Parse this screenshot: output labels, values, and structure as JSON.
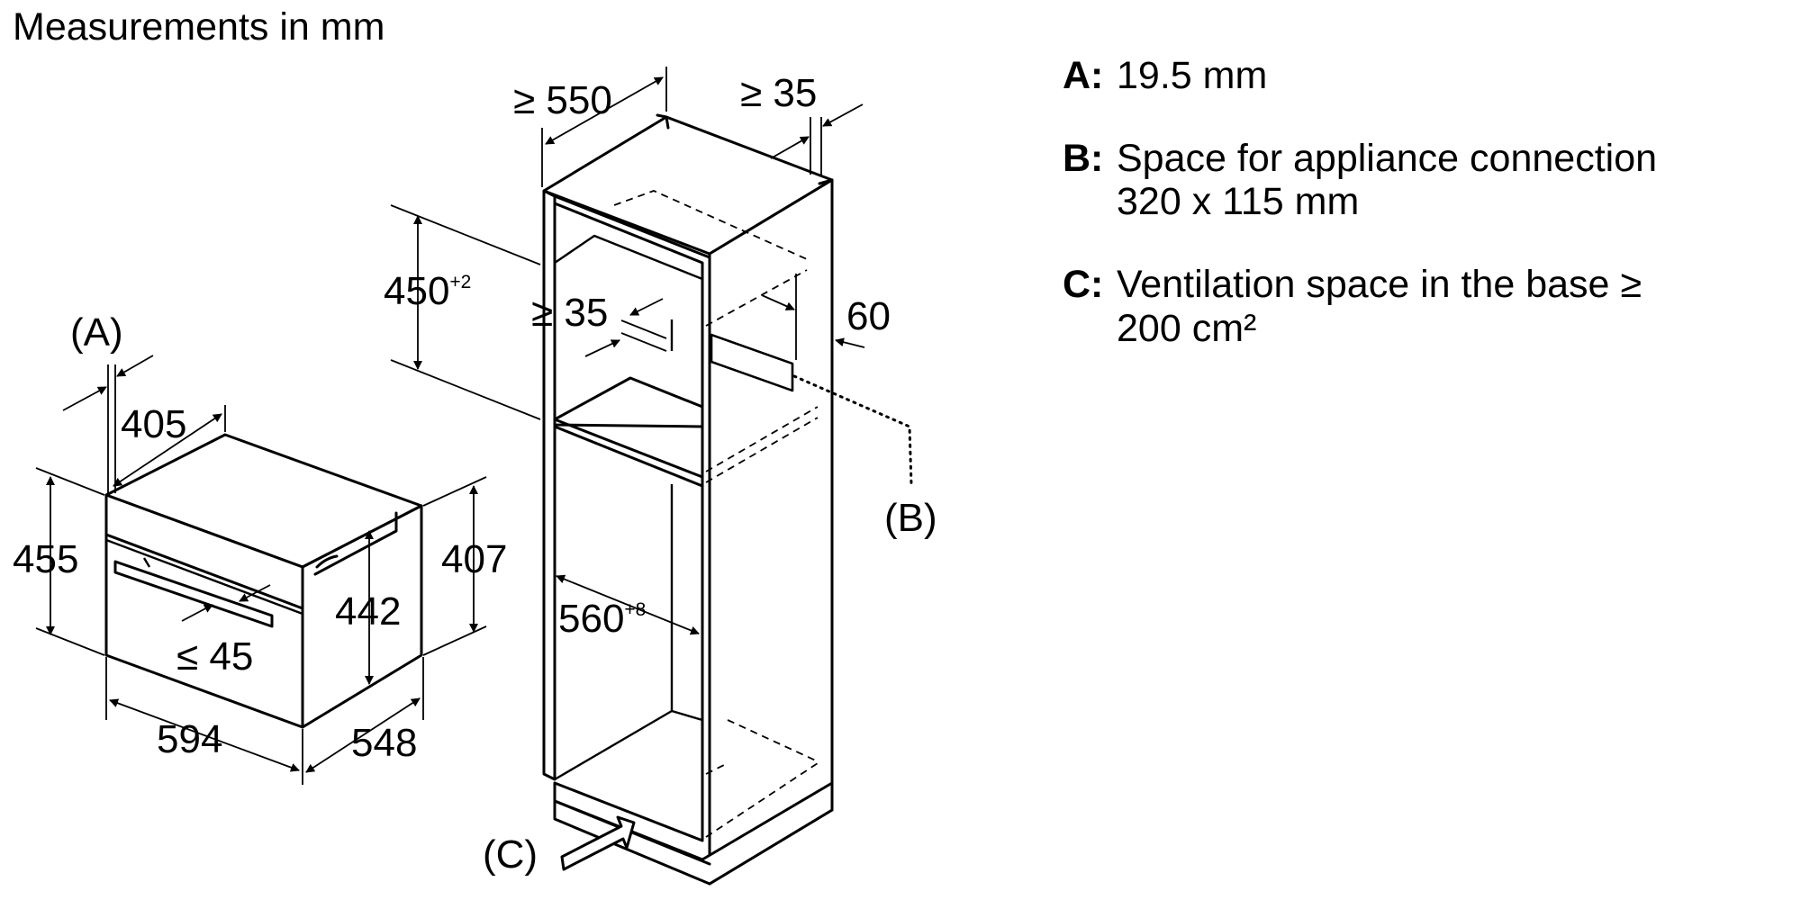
{
  "title": "Measurements in mm",
  "dimensions": {
    "d405": "405",
    "d455": "455",
    "d407": "407",
    "d442": "442",
    "d45": "≤ 45",
    "d594": "594",
    "d548": "548",
    "d550": "≥ 550",
    "d35_top": "≥ 35",
    "d450": "450",
    "d450_sup": "+2",
    "d35_mid": "≥ 35",
    "d60": "60",
    "d560": "560",
    "d560_sup": "+8"
  },
  "callouts": {
    "a": "(A)",
    "b": "(B)",
    "c": "(C)"
  },
  "legend": [
    {
      "key": "A:",
      "lines": [
        "19.5 mm"
      ]
    },
    {
      "key": "B:",
      "lines": [
        "Space for appliance connection",
        "320 x 115 mm"
      ]
    },
    {
      "key": "C:",
      "lines": [
        "Ventilation space in the base ≥",
        "200 cm²"
      ]
    }
  ]
}
